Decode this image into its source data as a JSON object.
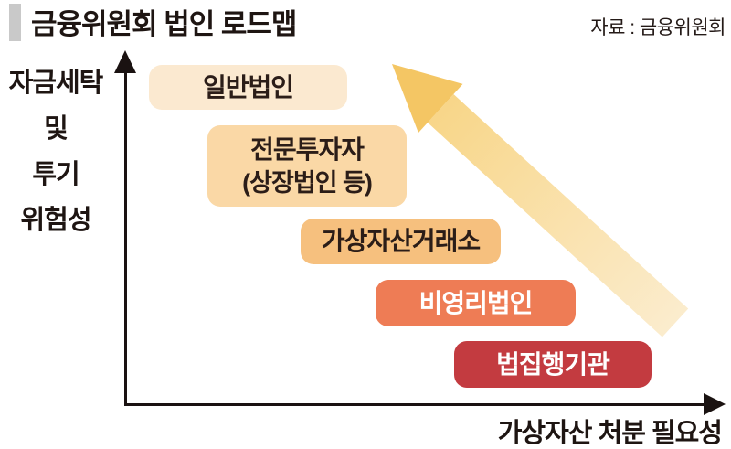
{
  "header": {
    "title": "금융위원회 법인 로드맵",
    "source": "자료 : 금융위원회",
    "accent_bar_color": "#c9c9c9"
  },
  "chart": {
    "y_axis_label_lines": [
      "자금세탁",
      "및",
      "투기",
      "위험성"
    ],
    "x_axis_label": "가상자산 처분 필요성",
    "axis_color": "#1a1211",
    "boxes": [
      {
        "label": "일반법인",
        "sublabel": "",
        "bg": "#fbe9d0",
        "text_color": "#2b1d18"
      },
      {
        "label": "전문투자자",
        "sublabel": "(상장법인 등)",
        "bg": "#fad8a6",
        "text_color": "#2b1d18"
      },
      {
        "label": "가상자산거래소",
        "sublabel": "",
        "bg": "#f6c07e",
        "text_color": "#2b1d18"
      },
      {
        "label": "비영리법인",
        "sublabel": "",
        "bg": "#ee7c55",
        "text_color": "#ffffff"
      },
      {
        "label": "법집행기관",
        "sublabel": "",
        "bg": "#c33b40",
        "text_color": "#ffffff"
      }
    ],
    "trend_arrow": {
      "direction": "up-left",
      "head_color": "#f4c664",
      "shaft_color_head_end": "#f8d689",
      "shaft_color_tail_end": "#fbeccd"
    }
  }
}
